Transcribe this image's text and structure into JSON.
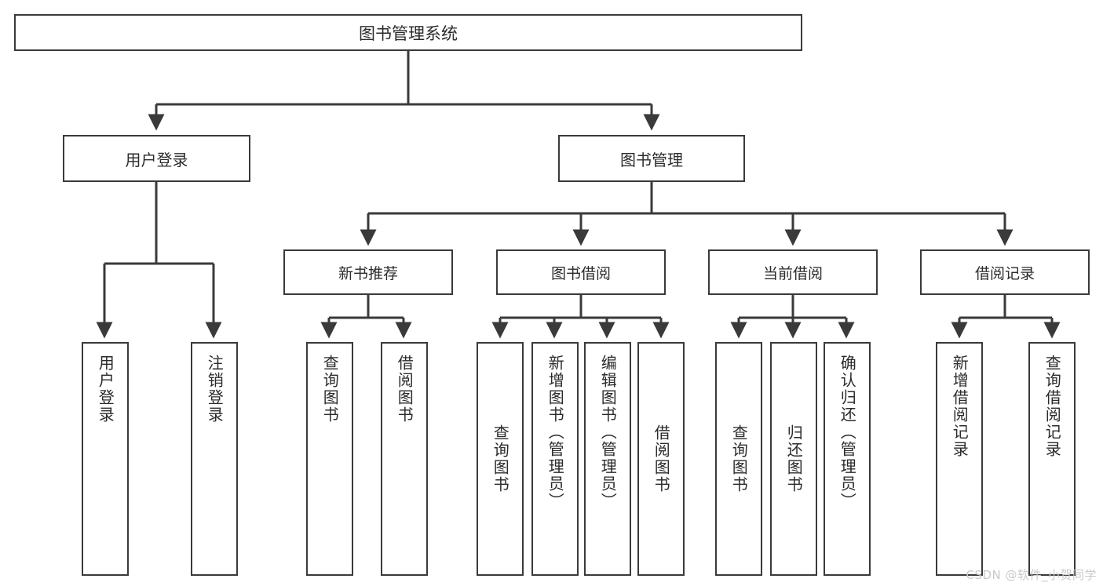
{
  "diagram": {
    "type": "tree-hierarchy",
    "title": "图书管理系统",
    "root": {
      "label": "图书管理系统"
    },
    "level1": [
      {
        "label": "用户登录"
      },
      {
        "label": "图书管理"
      }
    ],
    "level2": [
      {
        "label": "新书推荐"
      },
      {
        "label": "图书借阅"
      },
      {
        "label": "当前借阅"
      },
      {
        "label": "借阅记录"
      }
    ],
    "leaves": {
      "user_login": [
        {
          "label": "用户登录"
        },
        {
          "label": "注销登录"
        }
      ],
      "new_book_recommend": [
        {
          "label": "查询图书"
        },
        {
          "label": "借阅图书"
        }
      ],
      "book_borrow": [
        {
          "label": "查询图书"
        },
        {
          "label": "新增图书（管理员）"
        },
        {
          "label": "编辑图书（管理员）"
        },
        {
          "label": "借阅图书"
        }
      ],
      "current_borrow": [
        {
          "label": "查询图书"
        },
        {
          "label": "归还图书"
        },
        {
          "label": "确认归还（管理员）"
        }
      ],
      "borrow_record": [
        {
          "label": "新增借阅记录"
        },
        {
          "label": "查询借阅记录"
        }
      ]
    },
    "colors": {
      "box_border": "#3a3a3a",
      "box_fill": "#ffffff",
      "text": "#2b2b2b",
      "edge": "#3a3a3a",
      "watermark": "#c9c9c9",
      "background": "#ffffff"
    }
  },
  "watermark": {
    "text": "CSDN @软件_小贺同学"
  }
}
